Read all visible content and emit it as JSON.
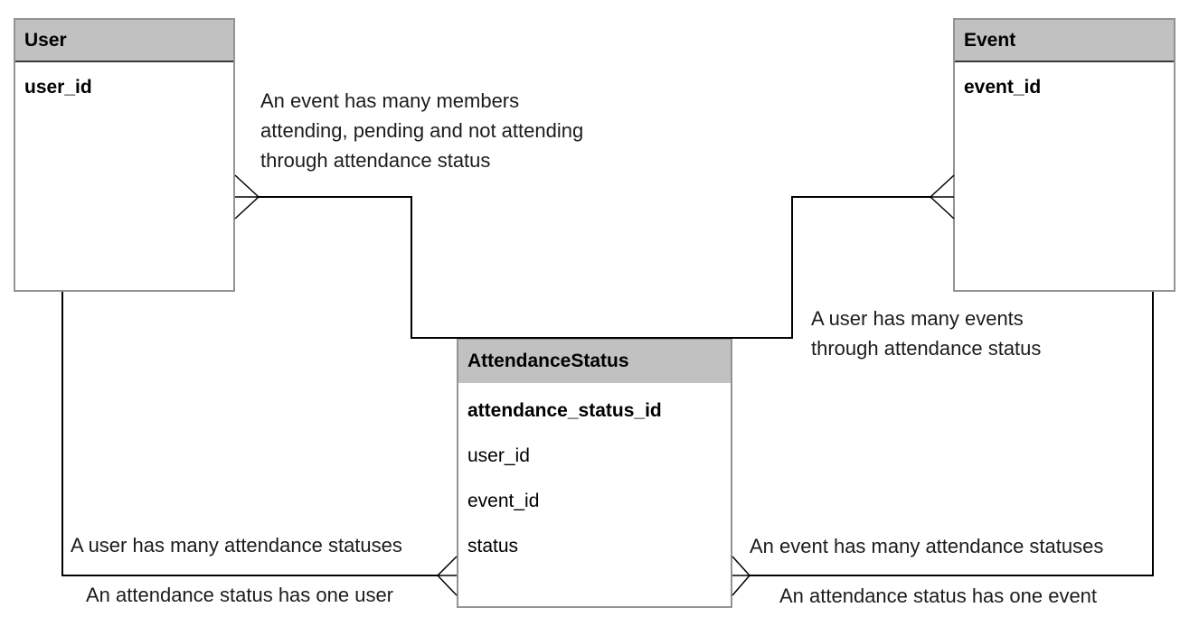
{
  "diagram": {
    "entities": [
      {
        "name": "User",
        "fields": [
          {
            "name": "user_id",
            "bold": true
          }
        ]
      },
      {
        "name": "Event",
        "fields": [
          {
            "name": "event_id",
            "bold": true
          }
        ]
      },
      {
        "name": "AttendanceStatus",
        "fields": [
          {
            "name": "attendance_status_id",
            "bold": true
          },
          {
            "name": "user_id",
            "bold": false
          },
          {
            "name": "event_id",
            "bold": false
          },
          {
            "name": "status",
            "bold": false
          }
        ]
      }
    ],
    "annotations": {
      "top_center": "An event has many members\nattending, pending and not attending\nthrough attendance status",
      "mid_right": "A user has many events\nthrough attendance status",
      "bottom_left_above": "A user has many attendance statuses",
      "bottom_left_below": "An attendance status has one user",
      "bottom_right_above": "An event has many attendance statuses",
      "bottom_right_below": "An attendance status has one event"
    },
    "colors": {
      "header_bg": "#c1c1c1",
      "box_border": "#939393",
      "header_separator": "#3a3a3a",
      "line": "#000000",
      "text": "#1c1c1c"
    }
  }
}
